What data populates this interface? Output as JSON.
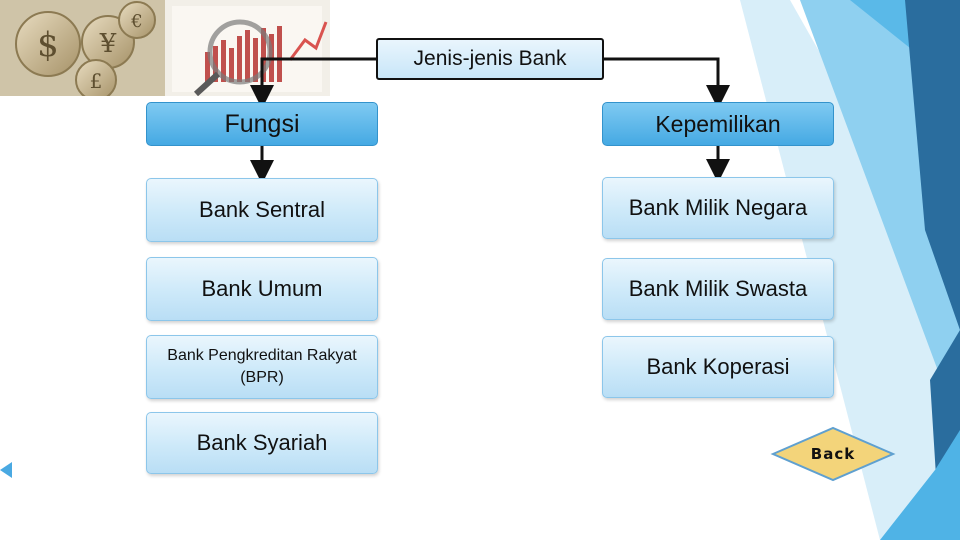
{
  "diagram": {
    "root": "Jenis-jenis Bank",
    "categories": [
      {
        "label": "Fungsi",
        "items": [
          "Bank Sentral",
          "Bank Umum",
          "Bank Pengkreditan Rakyat (BPR)",
          "Bank Syariah"
        ]
      },
      {
        "label": "Kepemilikan",
        "items": [
          "Bank Milik Negara",
          "Bank Milik Swasta",
          "Bank Koperasi"
        ]
      }
    ]
  },
  "navigation": {
    "back_label": "Back"
  },
  "colors": {
    "accent_blue": "#4aa9e2",
    "box_fill": "#cde9f9",
    "back_button_fill": "#f3d47a",
    "deco_dark_blue": "#2a6d9e",
    "deco_light_blue": "#5ab9e8"
  }
}
